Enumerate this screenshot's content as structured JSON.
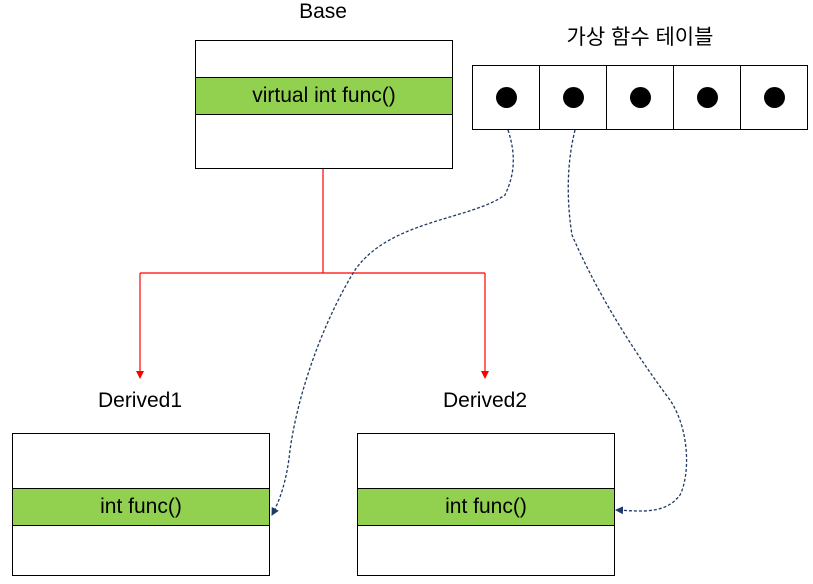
{
  "base": {
    "title": "Base",
    "method": "virtual int func()"
  },
  "vtable": {
    "title": "가상 함수 테이블",
    "slot_count": 5
  },
  "derived1": {
    "title": "Derived1",
    "method": "int func()"
  },
  "derived2": {
    "title": "Derived2",
    "method": "int func()"
  },
  "colors": {
    "method_fill": "#92d050",
    "inheritance_arrow": "#ff0000",
    "pointer_arrow": "#1f3864"
  }
}
